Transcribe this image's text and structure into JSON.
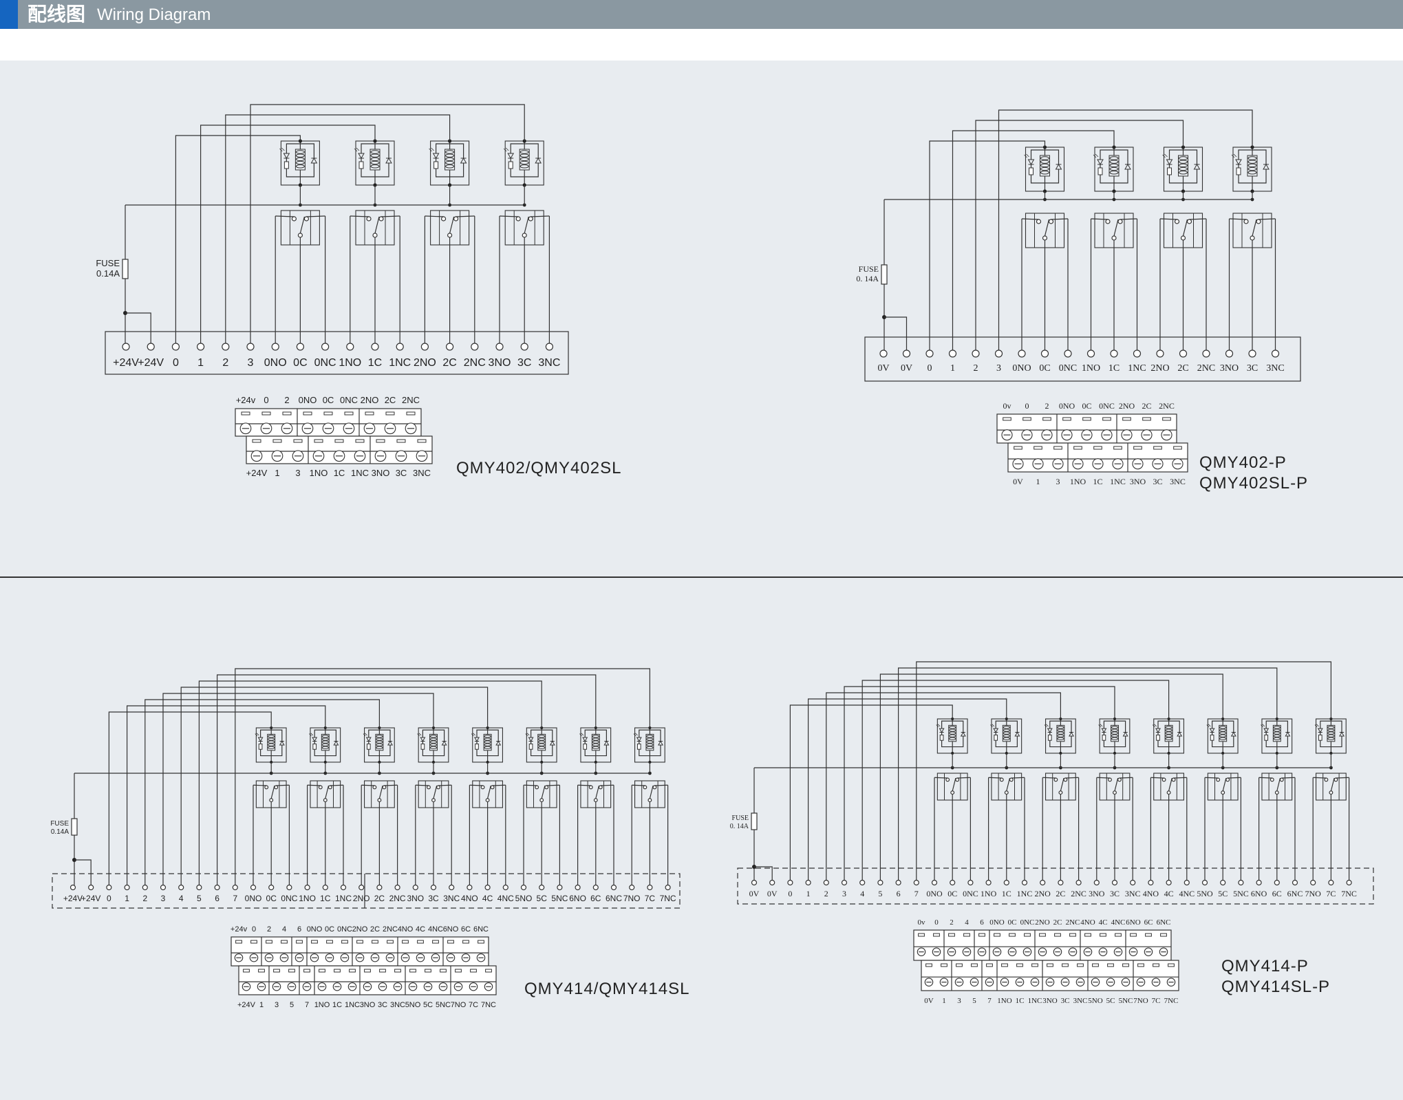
{
  "header": {
    "title_zh": "配线图",
    "title_en": "Wiring Diagram",
    "accent_color": "#1565c0",
    "bar_color": "#8a98a1",
    "panel_color": "#e8ecf0"
  },
  "fuse": {
    "label": "FUSE",
    "rating_style_a": "0.14A",
    "rating_style_b": "0. 14A"
  },
  "diagrams": [
    {
      "model": "QMY402/QMY402SL",
      "model_lines": [
        "QMY402/QMY402SL"
      ],
      "relays": 4,
      "fuse_rating": "0.14A",
      "terminals": [
        "+24V",
        "+24V",
        "0",
        "1",
        "2",
        "3",
        "0NO",
        "0C",
        "0NC",
        "1NO",
        "1C",
        "1NC",
        "2NO",
        "2C",
        "2NC",
        "3NO",
        "3C",
        "3NC"
      ],
      "connector_top": [
        "+24v",
        "0",
        "2",
        "0NO",
        "0C",
        "0NC",
        "2NO",
        "2C",
        "2NC"
      ],
      "connector_bottom": [
        "+24V",
        "1",
        "3",
        "1NO",
        "1C",
        "1NC",
        "3NO",
        "3C",
        "3NC"
      ]
    },
    {
      "model": "QMY402-P QMY402SL-P",
      "model_lines": [
        "QMY402-P",
        "QMY402SL-P"
      ],
      "relays": 4,
      "fuse_rating": "0. 14A",
      "terminals": [
        "0V",
        "0V",
        "0",
        "1",
        "2",
        "3",
        "0NO",
        "0C",
        "0NC",
        "1NO",
        "1C",
        "1NC",
        "2NO",
        "2C",
        "2NC",
        "3NO",
        "3C",
        "3NC"
      ],
      "connector_top": [
        "0v",
        "0",
        "2",
        "0NO",
        "0C",
        "0NC",
        "2NO",
        "2C",
        "2NC"
      ],
      "connector_bottom": [
        "0V",
        "1",
        "3",
        "1NO",
        "1C",
        "1NC",
        "3NO",
        "3C",
        "3NC"
      ]
    },
    {
      "model": "QMY414/QMY414SL",
      "model_lines": [
        "QMY414/QMY414SL"
      ],
      "relays": 8,
      "fuse_rating": "0.14A",
      "terminals": [
        "+24V",
        "+24V",
        "0",
        "1",
        "2",
        "3",
        "4",
        "5",
        "6",
        "7",
        "0NO",
        "0C",
        "0NC",
        "1NO",
        "1C",
        "1NC",
        "2NO",
        "2C",
        "2NC",
        "3NO",
        "3C",
        "3NC",
        "4NO",
        "4C",
        "4NC",
        "5NO",
        "5C",
        "5NC",
        "6NO",
        "6C",
        "6NC",
        "7NO",
        "7C",
        "7NC"
      ],
      "connector_top": [
        "+24v",
        "0",
        "2",
        "4",
        "6",
        "0NO",
        "0C",
        "0NC",
        "2NO",
        "2C",
        "2NC",
        "4NO",
        "4C",
        "4NC",
        "6NO",
        "6C",
        "6NC"
      ],
      "connector_bottom": [
        "+24V",
        "1",
        "3",
        "5",
        "7",
        "1NO",
        "1C",
        "1NC",
        "3NO",
        "3C",
        "3NC",
        "5NO",
        "5C",
        "5NC",
        "7NO",
        "7C",
        "7NC"
      ]
    },
    {
      "model": "QMY414-P QMY414SL-P",
      "model_lines": [
        "QMY414-P",
        "QMY414SL-P"
      ],
      "relays": 8,
      "fuse_rating": "0. 14A",
      "terminals": [
        "0V",
        "0V",
        "0",
        "1",
        "2",
        "3",
        "4",
        "5",
        "6",
        "7",
        "0NO",
        "0C",
        "0NC",
        "1NO",
        "1C",
        "1NC",
        "2NO",
        "2C",
        "2NC",
        "3NO",
        "3C",
        "3NC",
        "4NO",
        "4C",
        "4NC",
        "5NO",
        "5C",
        "5NC",
        "6NO",
        "6C",
        "6NC",
        "7NO",
        "7C",
        "7NC"
      ],
      "connector_top": [
        "0v",
        "0",
        "2",
        "4",
        "6",
        "0NO",
        "0C",
        "0NC",
        "2NO",
        "2C",
        "2NC",
        "4NO",
        "4C",
        "4NC",
        "6NO",
        "6C",
        "6NC"
      ],
      "connector_bottom": [
        "0V",
        "1",
        "3",
        "5",
        "7",
        "1NO",
        "1C",
        "1NC",
        "3NO",
        "3C",
        "3NC",
        "5NO",
        "5C",
        "5NC",
        "7NO",
        "7C",
        "7NC"
      ]
    }
  ]
}
